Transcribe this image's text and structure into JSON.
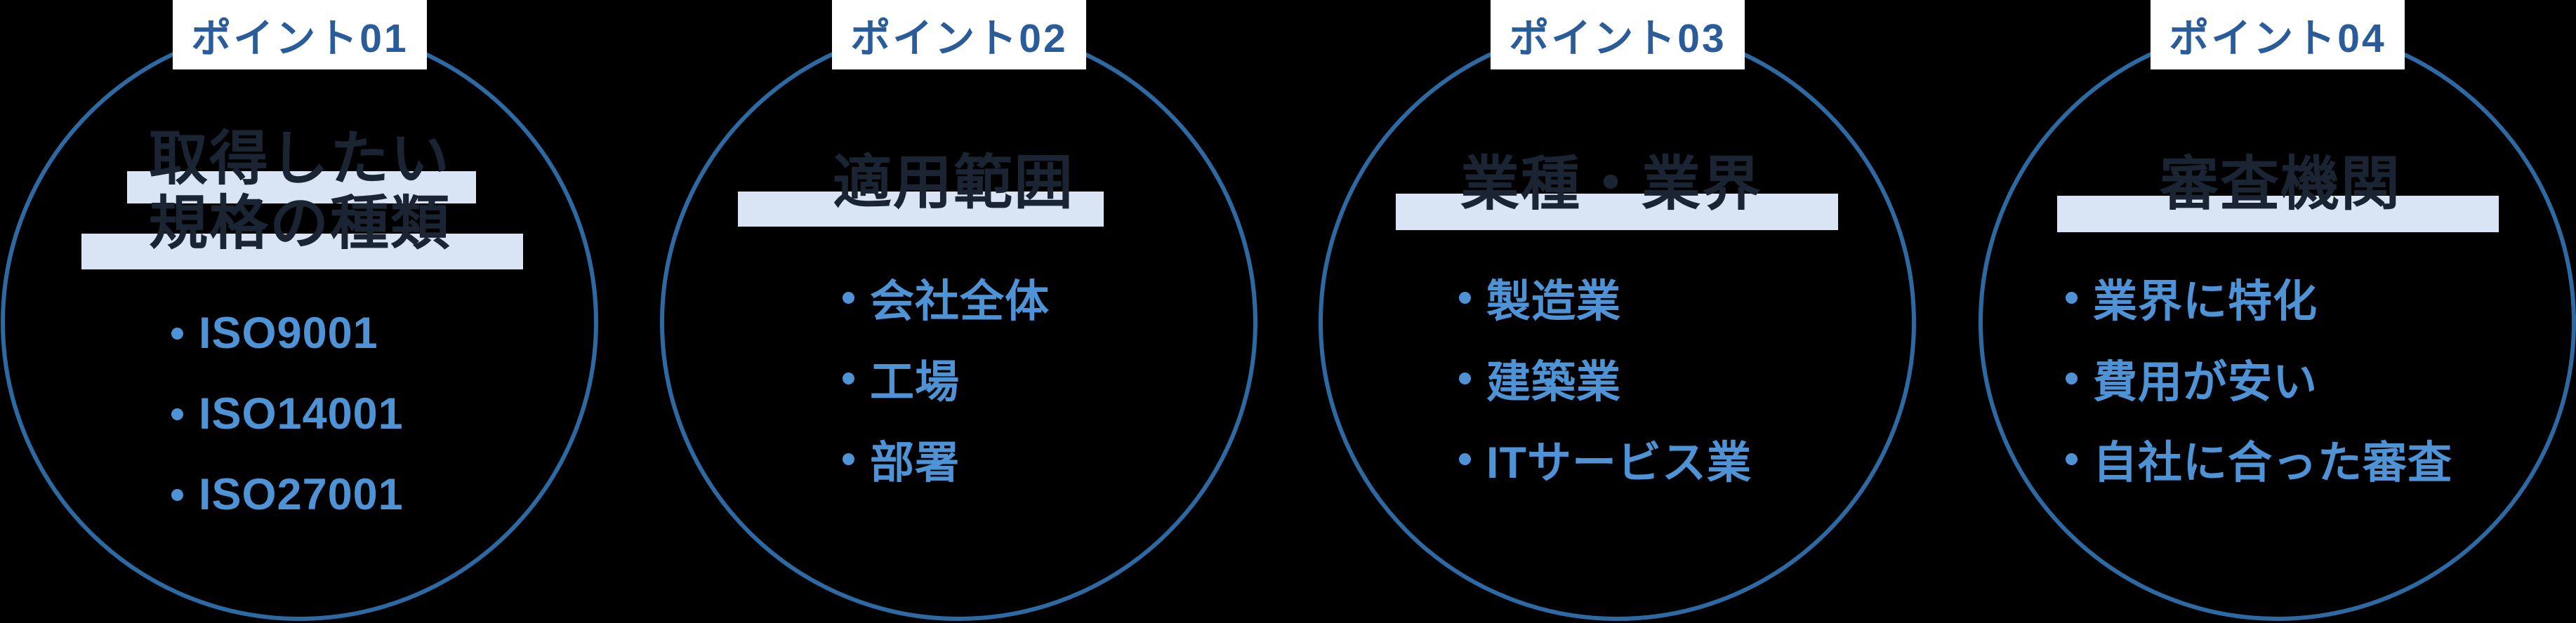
{
  "diagram": {
    "title_semantic": "ISO certification four points diagram",
    "bullet_char": "・",
    "colors": {
      "background": "#000000",
      "circle_border": "#2d6aa3",
      "badge_background": "#ffffff",
      "badge_text": "#2b5c9a",
      "highlight_bar": "#d9e4f4",
      "heading_text": "#1b2433",
      "item_text": "#4e93d6"
    },
    "points": [
      {
        "badge": "ポイント01",
        "heading_lines": [
          "取得したい",
          "規格の種類"
        ],
        "items": [
          "ISO9001",
          "ISO14001",
          "ISO27001"
        ]
      },
      {
        "badge": "ポイント02",
        "heading_lines": [
          "適用範囲"
        ],
        "items": [
          "会社全体",
          "工場",
          "部署"
        ]
      },
      {
        "badge": "ポイント03",
        "heading_lines": [
          "業種・業界"
        ],
        "items": [
          "製造業",
          "建築業",
          "ITサービス業"
        ]
      },
      {
        "badge": "ポイント04",
        "heading_lines": [
          "審査機関"
        ],
        "items": [
          "業界に特化",
          "費用が安い",
          "自社に合った審査"
        ]
      }
    ]
  }
}
